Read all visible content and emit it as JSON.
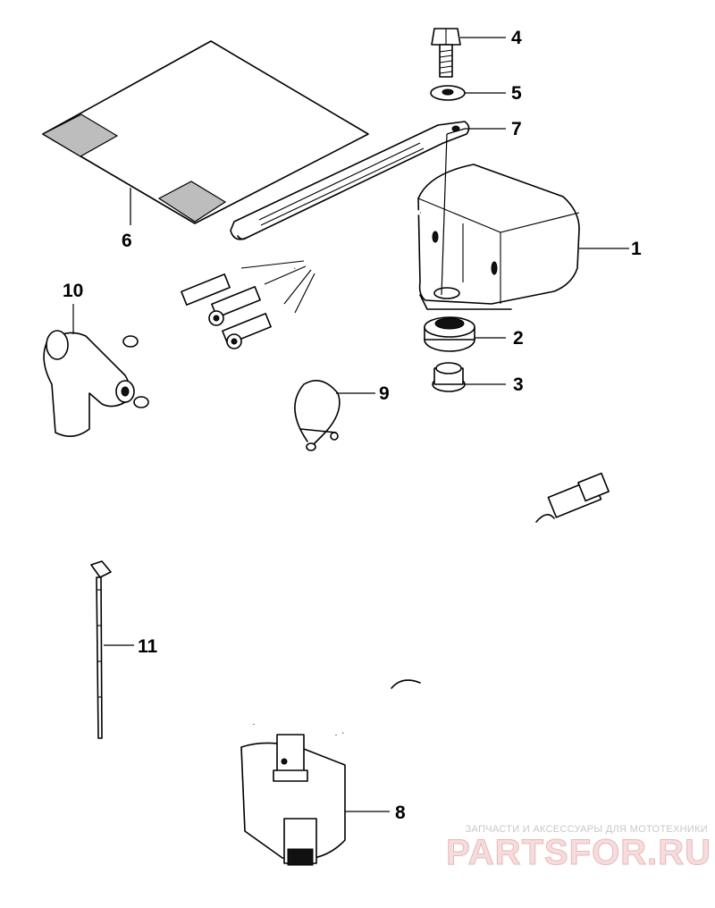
{
  "callouts": {
    "p1": "1",
    "p2": "2",
    "p3": "3",
    "p4": "4",
    "p5": "5",
    "p6": "6",
    "p7": "7",
    "p8": "8",
    "p9": "9",
    "p10": "10",
    "p11": "11"
  },
  "watermark": {
    "tagline": "ЗАПЧАСТИ И АКСЕССУАРЫ ДЛЯ МОТОТЕХНИКИ",
    "brand": "PARTSFOR.RU"
  },
  "colors": {
    "ink": "#000000",
    "background": "#ffffff",
    "watermark_tagline": "#c8c8c8",
    "watermark_brand": "#f6dcdc"
  }
}
